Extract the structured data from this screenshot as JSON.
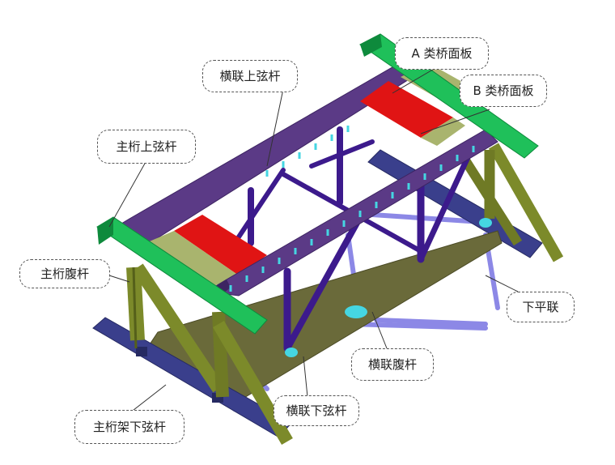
{
  "labels": {
    "a_deck": "A 类桥面板",
    "b_deck": "B 类桥面板",
    "cross_top_chord": "横联上弦杆",
    "main_top_chord": "主桁上弦杆",
    "main_web": "主桁腹杆",
    "lower_lateral": "下平联",
    "cross_web": "横联腹杆",
    "cross_bottom_chord": "横联下弦杆",
    "main_bottom_chord": "主桁架下弦杆"
  },
  "colors": {
    "green": "#1fc05a",
    "green_dark": "#0e8a3c",
    "purple": "#5b3a86",
    "purple_dark": "#3d2462",
    "red": "#e01414",
    "khaki": "#a9b46e",
    "olive": "#7c8a2a",
    "olive_dark": "#55601a",
    "navy": "#3a3f8c",
    "navy_dark": "#262a62",
    "indigo": "#3c1a8c",
    "lavender": "#8c88e6",
    "brown": "#6a6a3a",
    "cyan": "#45d6e2"
  }
}
